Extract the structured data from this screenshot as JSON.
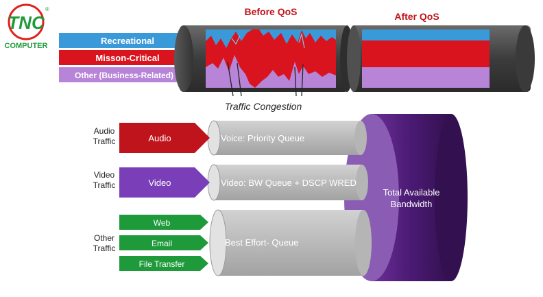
{
  "logo": {
    "brand": "TNC",
    "sub": "COMPUTER",
    "registered": "®",
    "colors": {
      "green": "#1f9a3a",
      "red": "#e0211b"
    }
  },
  "top": {
    "before_title": "Before QoS",
    "after_title": "After QoS",
    "congestion_label": "Traffic Congestion",
    "bands": [
      {
        "label": "Recreational",
        "color": "#3a9ad9"
      },
      {
        "label": "Misson-Critical",
        "color": "#d9141f"
      },
      {
        "label": "Other (Business-Related)",
        "color": "#b784d8"
      }
    ]
  },
  "bottom": {
    "groups": [
      {
        "label_lines": [
          "Audio",
          "Traffic"
        ]
      },
      {
        "label_lines": [
          "Video",
          "Traffic"
        ]
      },
      {
        "label_lines": [
          "Other",
          "Traffic"
        ]
      }
    ],
    "arrows": [
      {
        "label": "Audio",
        "color": "#c0141c"
      },
      {
        "label": "Video",
        "color": "#7a3fb8"
      },
      {
        "label": "Web",
        "color": "#1e9a3b"
      },
      {
        "label": "Email",
        "color": "#1e9a3b"
      },
      {
        "label": "File Transfer",
        "color": "#1e9a3b"
      }
    ],
    "queues": [
      {
        "label": "Voice: Priority Queue"
      },
      {
        "label": "Video: BW Queue + DSCP WRED"
      },
      {
        "label": "Best Effort- Queue"
      }
    ],
    "bandwidth_lines": [
      "Total Available",
      "Bandwidth"
    ],
    "bandwidth_color": "#4a1a73"
  }
}
